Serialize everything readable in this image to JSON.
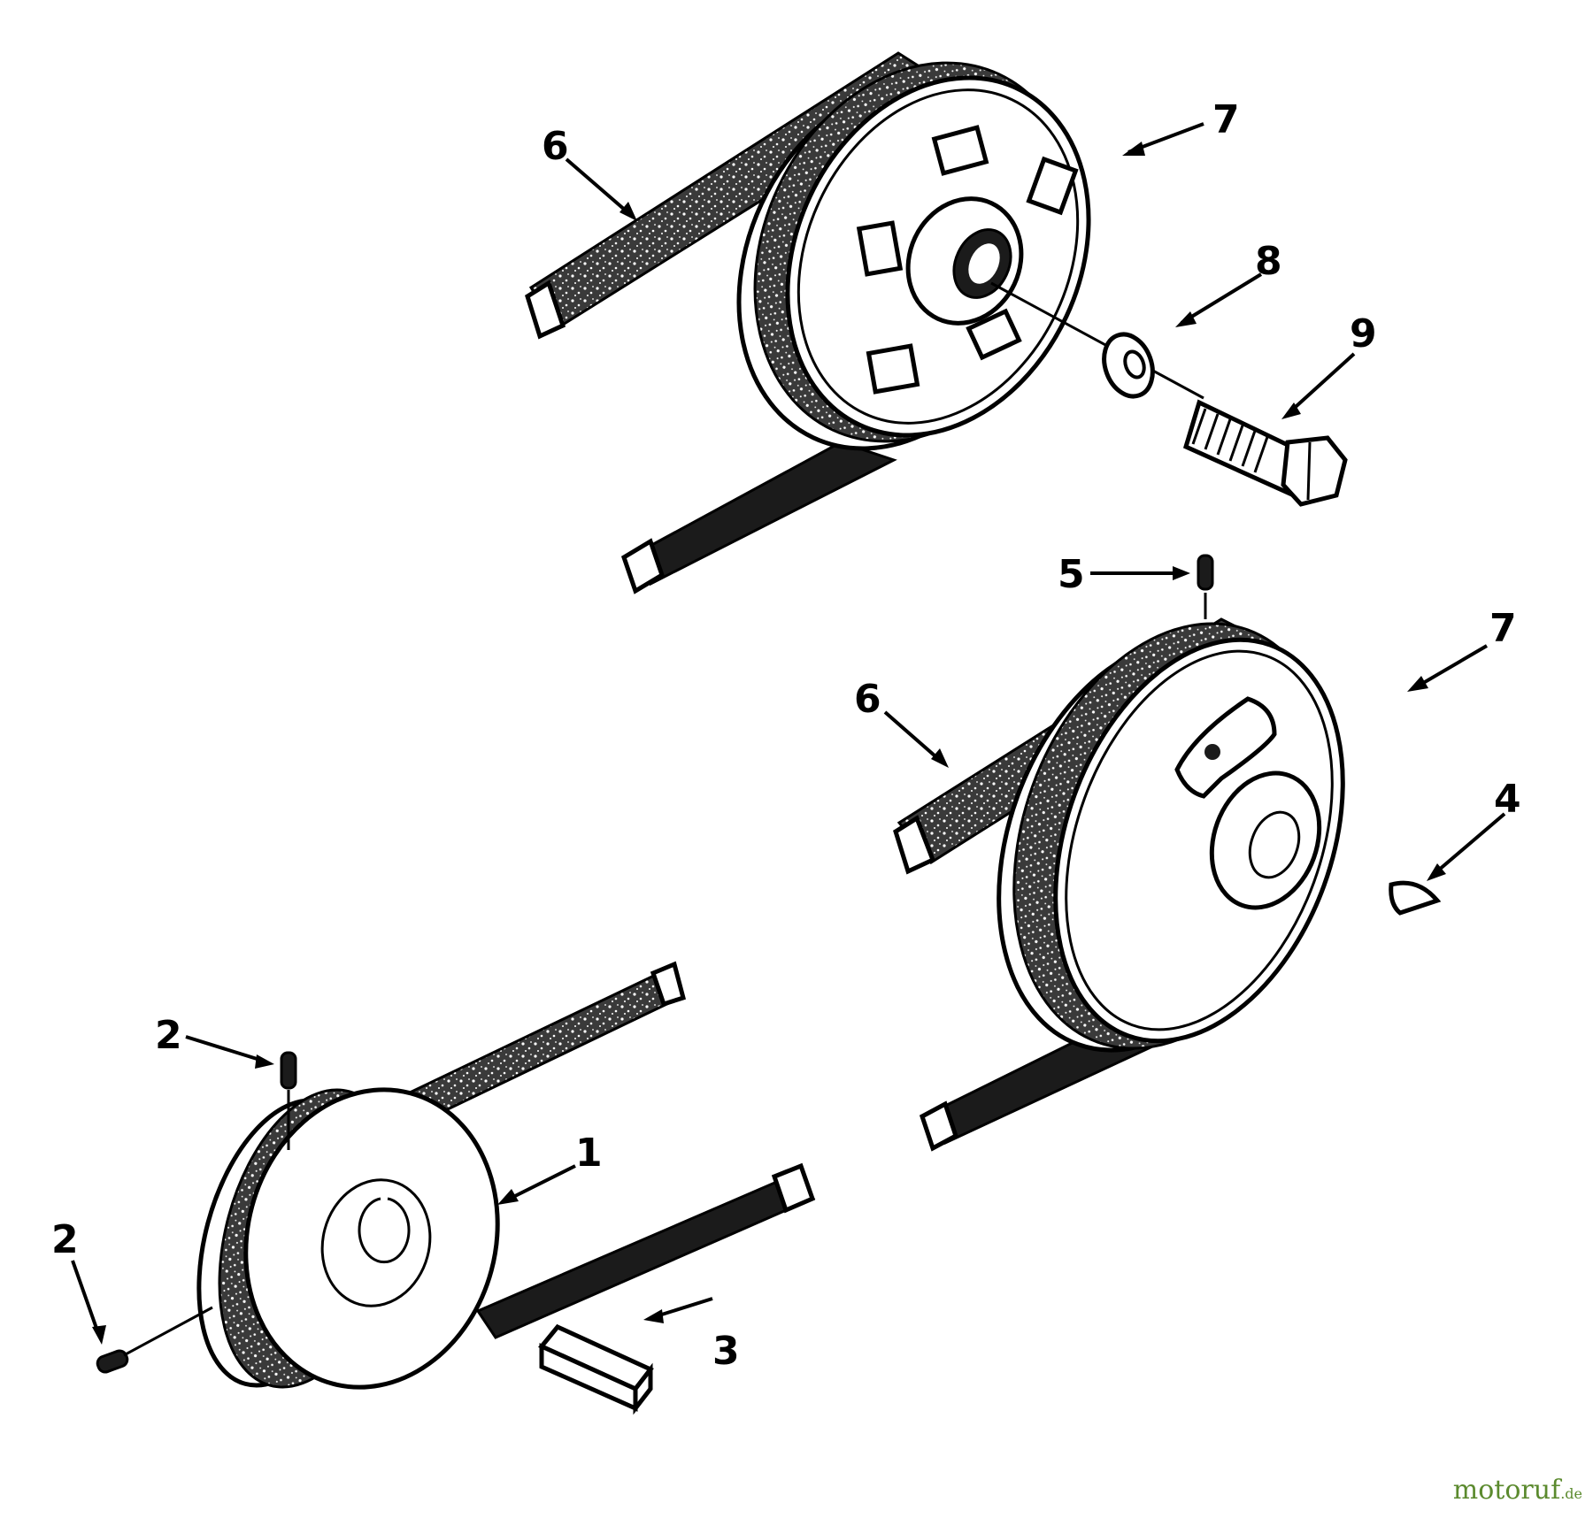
{
  "callouts": {
    "c1": "1",
    "c2a": "2",
    "c2b": "2",
    "c3": "3",
    "c4": "4",
    "c5": "5",
    "c6a": "6",
    "c6b": "6",
    "c7a": "7",
    "c7b": "7",
    "c8": "8",
    "c9": "9"
  },
  "watermark": {
    "name": "motoruf",
    "tld": ".de"
  },
  "colors": {
    "ink": "#000000",
    "belt": "#4a4a4a",
    "watermark": "#5b8a2e"
  }
}
